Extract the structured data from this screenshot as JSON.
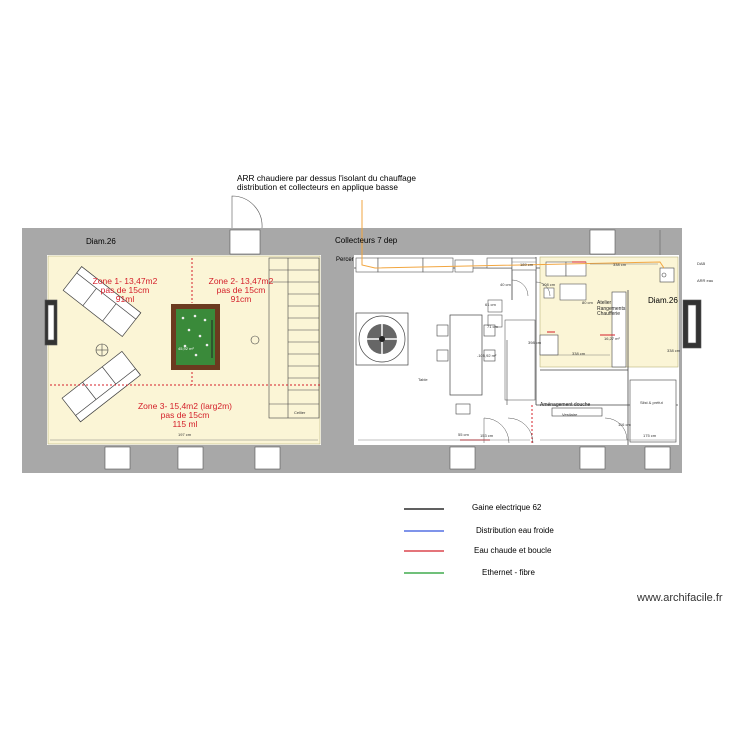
{
  "header_note": {
    "line1": "ARR chaudiere par dessus l'isolant du chauffage",
    "line2": "distribution et collecteurs en applique basse"
  },
  "labels": {
    "diam_left": "Diam.26",
    "diam_right": "Diam.26",
    "collecteurs": "Collecteurs 7 dep",
    "percer": "Percer"
  },
  "zones": [
    {
      "name": "Zone 1- 13,47m2",
      "pas": "pas de 15cm",
      "length": "91ml"
    },
    {
      "name": "Zone 2- 13,47m2",
      "pas": "pas de 15cm",
      "length": "91cm"
    },
    {
      "name": "Zone 3- 15,4m2 (larg2m)",
      "pas": "pas de 15cm",
      "length": "115 ml"
    }
  ],
  "rooms": {
    "atelier": [
      "Atelier",
      "Rangements",
      "Chaufferie"
    ],
    "vestiaire": "Vestiaire",
    "table": "Table",
    "salon_area": "-105,92 m²",
    "billiard_area": "45,92 m²",
    "garage_area": "16,27 m²",
    "storage_label": "Silst & préfut",
    "shower_label": "Aménagement douche",
    "stairs_label": "Cellier"
  },
  "dimensions": {
    "left_bottom": "197 cm",
    "mid_bottom": "153 cm",
    "right_bottom": "175 cm",
    "top_left_mid": "189 cm",
    "top_right_mid": "338 cm",
    "right_edge": "338 cm",
    "vertical_1": "398 cm",
    "small_1": "40 cm",
    "small_2": "61 cm",
    "small_3": "71 cm",
    "small_4": "108 cm",
    "small_5": "80 cm",
    "small_6": "338 cm",
    "right_top": "ARR eau",
    "right_top2": "DAB",
    "small_7": "55 cm",
    "small_8": "116 cm"
  },
  "legend": [
    {
      "label": "Gaine electrique 62",
      "color": "#000000"
    },
    {
      "label": "Distribution eau froide",
      "color": "#3355dd"
    },
    {
      "label": "Eau chaude et boucle",
      "color": "#d4202a"
    },
    {
      "label": "Ethernet - fibre",
      "color": "#1a9a2a"
    }
  ],
  "watermark": "www.archifacile.fr",
  "colors": {
    "wall": "#a8a8a8",
    "zone_fill": "#fbf5d6",
    "hot_water": "#d4202a",
    "orange_pipe": "#f2a640",
    "billiard_felt": "#3a8a3a",
    "billiard_rail": "#6b3a1f"
  }
}
